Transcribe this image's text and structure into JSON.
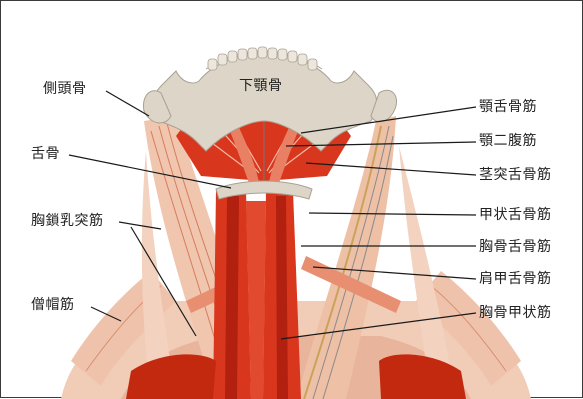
{
  "labels": {
    "temporal_bone": "側頭骨",
    "mandible": "下顎骨",
    "hyoid": "舌骨",
    "sternocleidomastoid": "胸鎖乳突筋",
    "trapezius": "僧帽筋",
    "mylohyoid": "顎舌骨筋",
    "digastric": "顎二腹筋",
    "stylohyoid": "茎突舌骨筋",
    "thyrohyoid": "甲状舌骨筋",
    "sternohyoid": "胸骨舌骨筋",
    "omohyoid": "肩甲舌骨筋",
    "sternothyroid": "胸骨甲状筋"
  },
  "colors": {
    "bone": "#dcd5c8",
    "bone_outline": "#a9a193",
    "muscle_red": "#d9361e",
    "muscle_dark": "#b2200f",
    "muscle_light": "#e7a58a",
    "muscle_pale": "#f1cdb8",
    "leader_line": "#1a1a1a"
  }
}
